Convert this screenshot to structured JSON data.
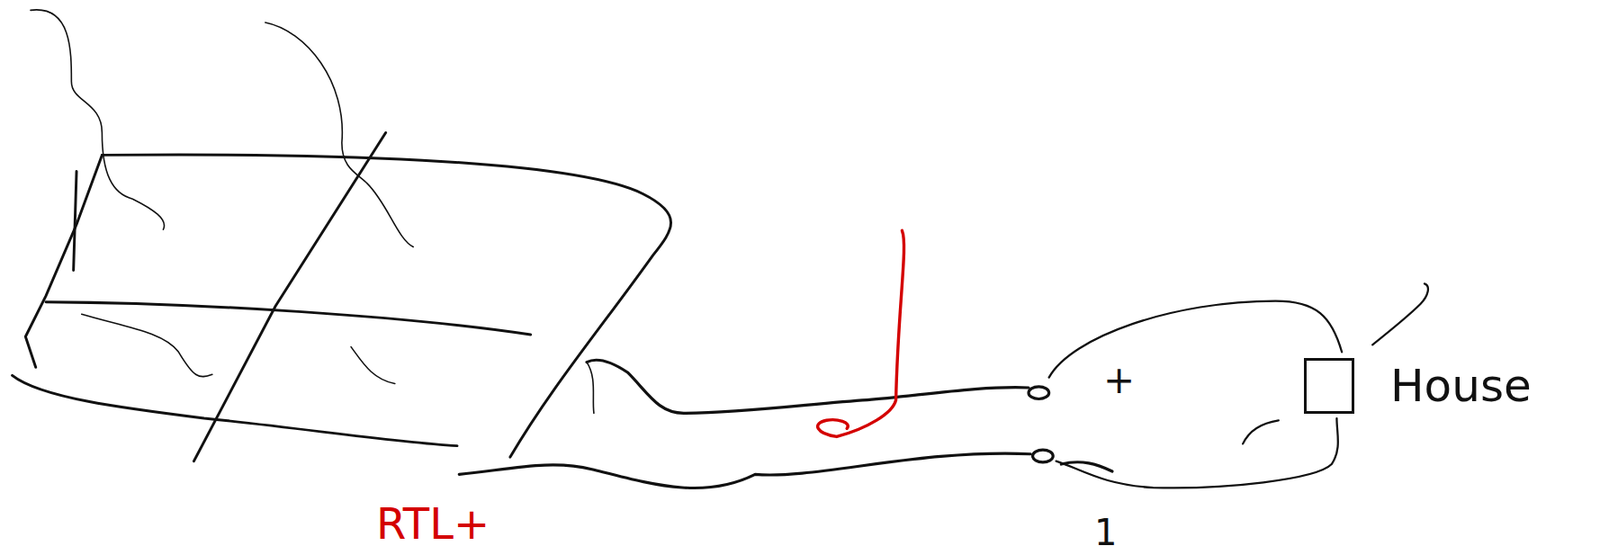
{
  "diagram": {
    "nodes": [
      {
        "text": [
          "House"
        ]
      }
    ],
    "labels": [
      "+",
      "RTL+",
      "1"
    ]
  }
}
